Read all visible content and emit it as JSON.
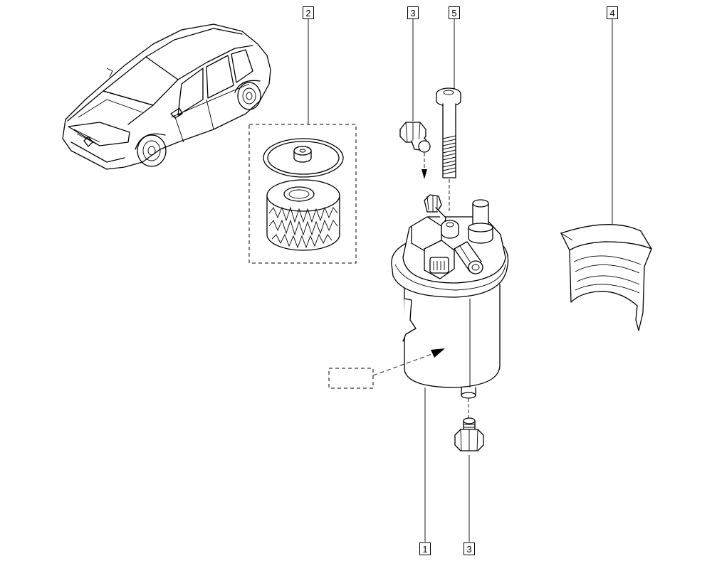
{
  "callouts": {
    "part1": "1",
    "part2": "2",
    "part3_top": "3",
    "part3_bottom": "3",
    "part4": "4",
    "part5": "5"
  },
  "colors": {
    "line": "#000000",
    "background": "#ffffff"
  }
}
